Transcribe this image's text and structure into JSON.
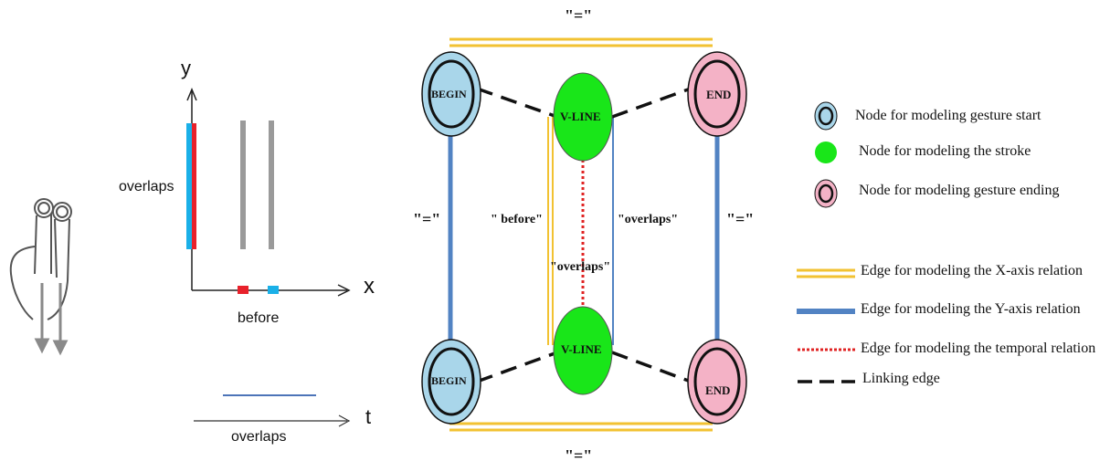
{
  "left_panel": {
    "y_axis_label": "y",
    "x_axis_label": "x",
    "t_axis_label": "t",
    "overlaps_label": "overlaps",
    "before_label": "before",
    "timeline_overlaps_label": "overlaps"
  },
  "graph": {
    "top_equal_label": "\"=\"",
    "bottom_equal_label": "\"=\"",
    "left_equal_label": "\"=\"",
    "right_equal_label": "\"=\"",
    "before_label": "\" before\"",
    "overlaps_right_label": "\"overlaps\"",
    "overlaps_center_label": "\"overlaps\"",
    "nodes": {
      "begin_top": "BEGIN",
      "begin_bottom": "BEGIN",
      "vline_top": "V-LINE",
      "vline_bottom": "V-LINE",
      "end_top": "END",
      "end_bottom": "END"
    }
  },
  "legend": {
    "node_start": "Node for modeling gesture start",
    "node_stroke": "Node for modeling the stroke",
    "node_end": "Node for modeling gesture ending",
    "edge_x": "Edge for modeling the X-axis relation",
    "edge_y": "Edge for modeling the Y-axis relation",
    "edge_temporal": "Edge for modeling the temporal relation",
    "edge_link": "Linking edge"
  },
  "colors": {
    "begin_fill": "#a9d6ea",
    "vline_fill": "#19e619",
    "end_fill": "#f4b2c6",
    "x_edge": "#f2c232",
    "y_edge": "#5283c3",
    "temporal_edge": "#e02424",
    "stroke_red": "#e8212b",
    "stroke_cyan": "#1ab0e8",
    "stroke_gray": "#9a9a9a"
  }
}
